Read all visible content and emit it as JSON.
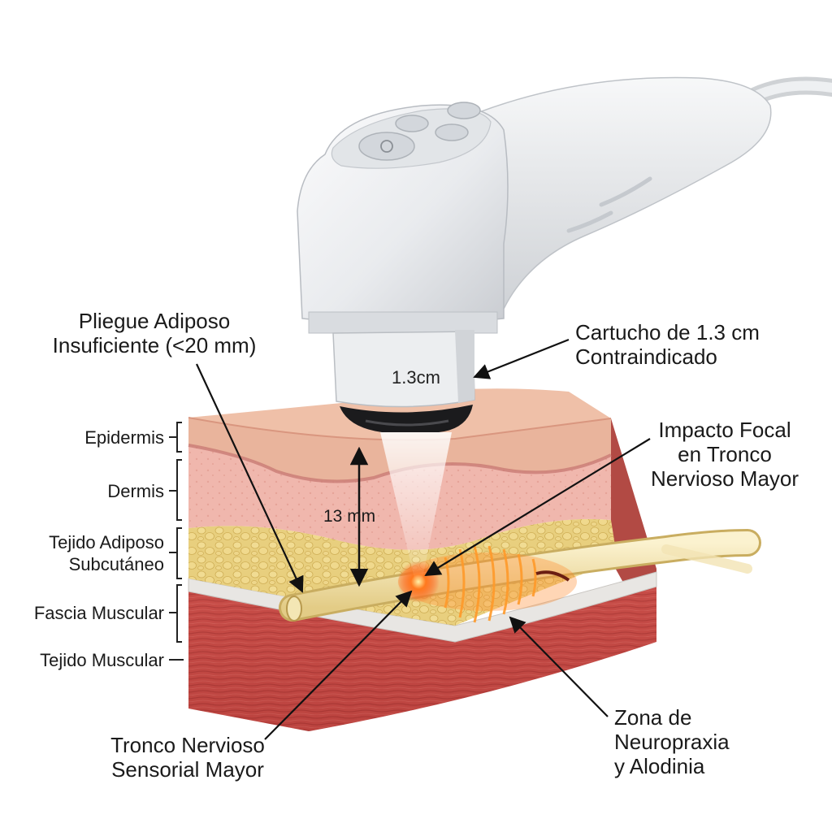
{
  "device": {
    "cartridge_marking": "1.3cm"
  },
  "measurement": {
    "depth_label": "13 mm"
  },
  "layers": [
    {
      "id": "epidermis",
      "label": "Epidermis"
    },
    {
      "id": "dermis",
      "label": "Dermis"
    },
    {
      "id": "adipose",
      "label": "Tejido Adiposo\nSubcutáneo"
    },
    {
      "id": "fascia",
      "label": "Fascia Muscular"
    },
    {
      "id": "muscle",
      "label": "Tejido Muscular"
    }
  ],
  "callouts": {
    "fold": "Pliegue Adiposo\nInsuficiente (<20 mm)",
    "cartridge": "Cartucho de 1.3 cm\nContraindicado",
    "impact": "Impacto Focal\nen Tronco\nNervioso Mayor",
    "nerve": "Tronco Nervioso\nSensorial Mayor",
    "neuropraxia": "Zona de\nNeuropraxia\ny Alodinia"
  },
  "colors": {
    "epidermis": "#e9b49c",
    "dermis": "#f0b7ad",
    "adipose": "#e8cf7e",
    "fascia": "#e7e5e2",
    "muscle": "#c8504a",
    "nerve": "#f1e0a8",
    "impact": "#ff5a1a",
    "device": "#eef0f2"
  }
}
